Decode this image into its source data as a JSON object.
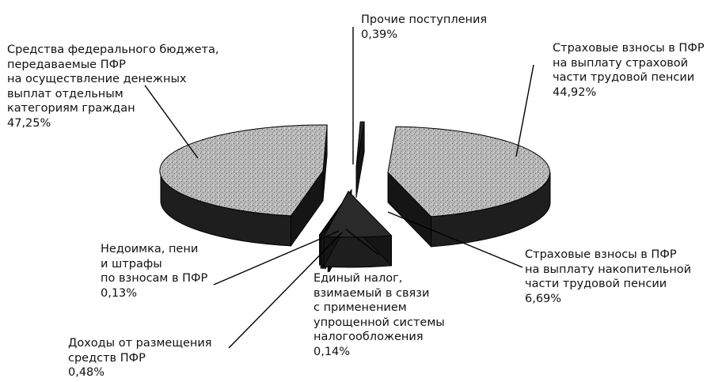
{
  "chart_data": {
    "type": "pie",
    "style": "3d exploded",
    "slices": [
      {
        "label": "Страховые взносы в ПФР\nна выплату страховой\nчасти трудовой пенсии",
        "value": 44.92,
        "value_label": "44,92%",
        "pattern": "light-gray"
      },
      {
        "label": "Страховые взносы в ПФР\nна выплату накопительной\nчасти трудовой пенсии",
        "value": 6.69,
        "value_label": "6,69%",
        "pattern": "dark"
      },
      {
        "label": "Единый налог,\nвзимаемый в связи\nс применением\nупрощенной системы\nналогообложения",
        "value": 0.14,
        "value_label": "0,14%",
        "pattern": "dark"
      },
      {
        "label": "Доходы от размещения\nсредств ПФР",
        "value": 0.48,
        "value_label": "0,48%",
        "pattern": "dark"
      },
      {
        "label": "Недоимка, пени\nи штрафы\nпо взносам в ПФР",
        "value": 0.13,
        "value_label": "0,13%",
        "pattern": "dark"
      },
      {
        "label": "Средства федерального бюджета,\nпередаваемые ПФР\nна осуществление денежных\nвыплат отдельным\nкатегориям граждан",
        "value": 47.25,
        "value_label": "47,25%",
        "pattern": "light-gray"
      },
      {
        "label": "Прочие поступления",
        "value": 0.39,
        "value_label": "0,39%",
        "pattern": "dark"
      }
    ],
    "colors": {
      "top": "#b4b4b4",
      "side": "#1e1e1e",
      "dark": "#2a2a2a",
      "line": "#000000"
    }
  }
}
